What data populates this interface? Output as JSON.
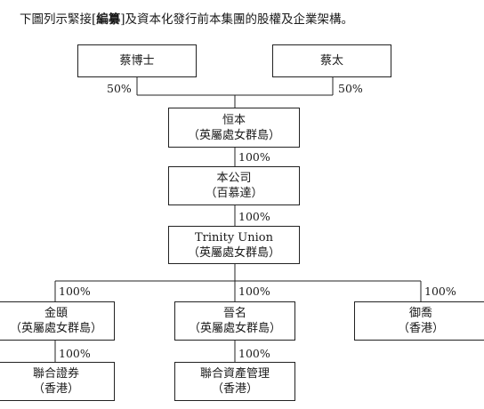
{
  "intro": {
    "before": "下圖列示緊接[",
    "bold": "編纂",
    "after": "]及資本化發行前本集團的股權及企業架構。"
  },
  "nodes": {
    "dr_choi": {
      "name": "蔡博士"
    },
    "mrs_choi": {
      "name": "蔡太"
    },
    "hang_bun": {
      "name": "恒本",
      "sub": "（英屬處女群島）"
    },
    "company": {
      "name": "本公司",
      "sub": "（百慕達）"
    },
    "trinity": {
      "name": "Trinity Union",
      "sub": "（英屬處女群島）"
    },
    "jinyi": {
      "name": "金頤",
      "sub": "（英屬處女群島）"
    },
    "jinming": {
      "name": "晉名",
      "sub": "（英屬處女群島）"
    },
    "yuqiao": {
      "name": "御喬",
      "sub": "（香港）"
    },
    "lianhe_securities": {
      "name": "聯合證券",
      "sub": "（香港）"
    },
    "lianhe_asset": {
      "name": "聯合資產管理",
      "sub": "（香港）"
    }
  },
  "percentages": {
    "dr_choi": "50%",
    "mrs_choi": "50%",
    "hang_bun_company": "100%",
    "company_trinity": "100%",
    "trinity_jinyi": "100%",
    "trinity_jinming": "100%",
    "trinity_yuqiao": "100%",
    "jinyi_securities": "100%",
    "jinming_asset": "100%"
  }
}
